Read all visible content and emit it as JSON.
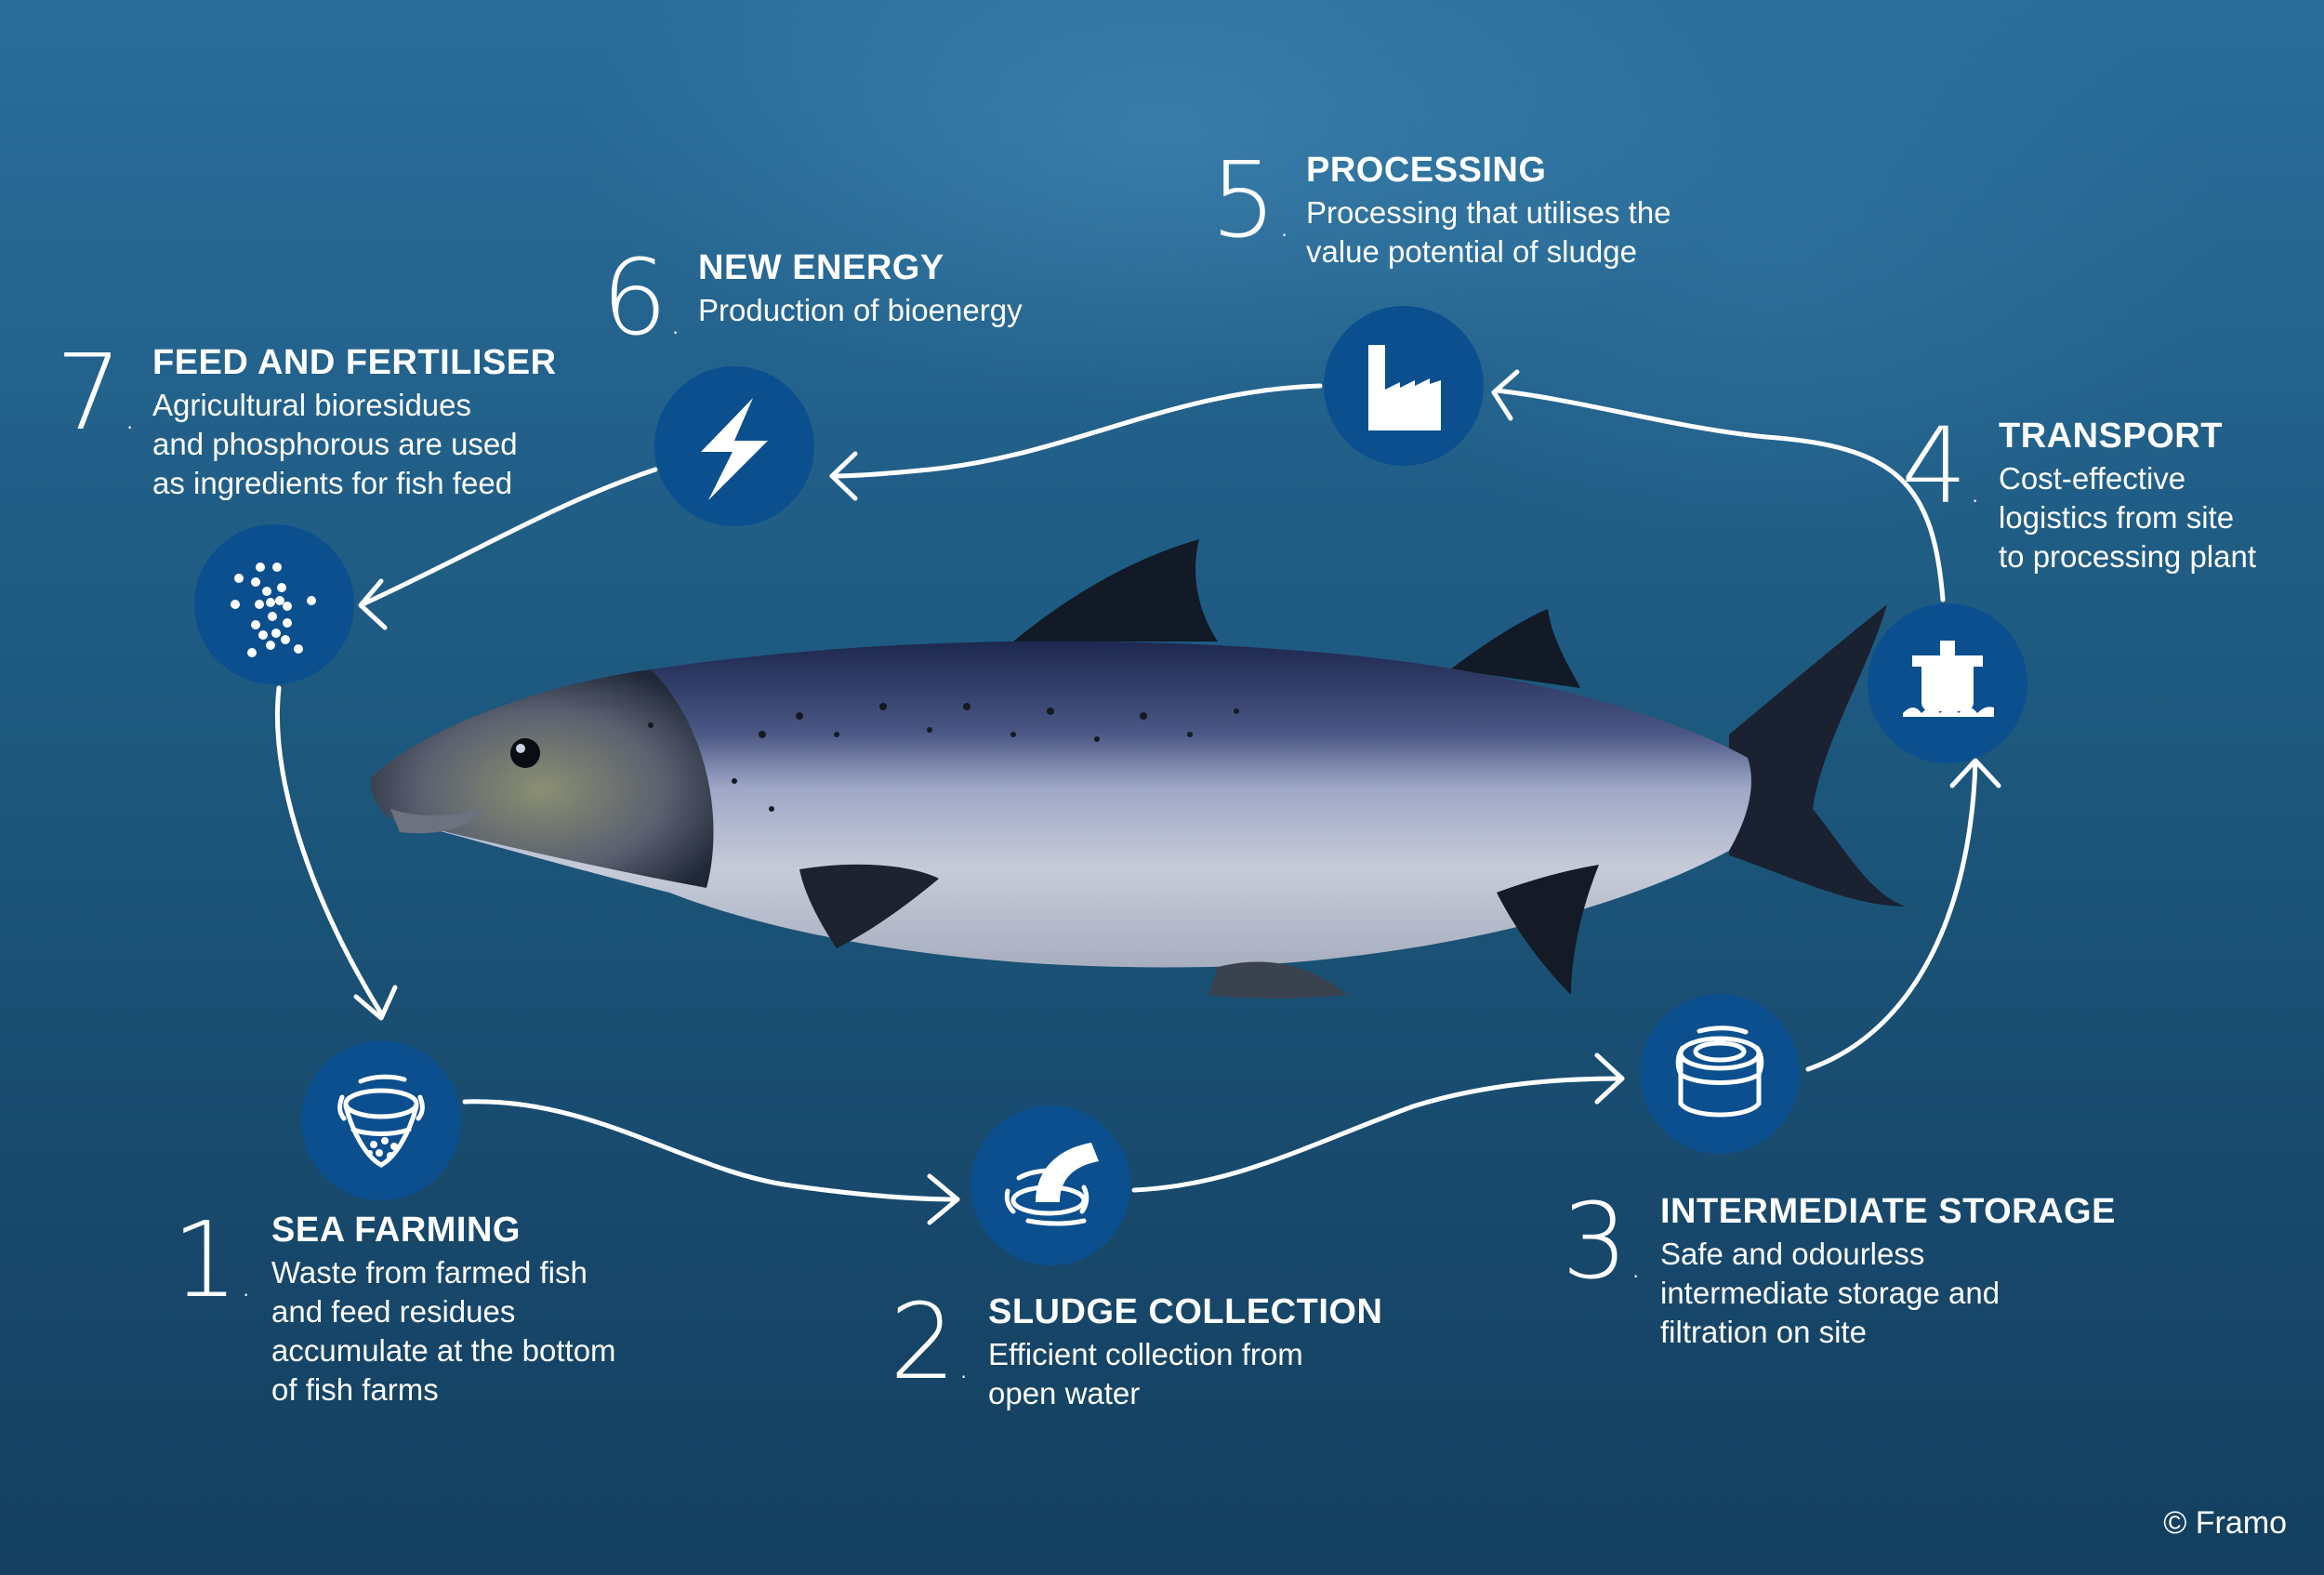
{
  "colors": {
    "background_top": "#2a6e9b",
    "background_bottom": "#143f5f",
    "icon_circle": "#0b4f8f",
    "foreground": "#ffffff"
  },
  "steps": [
    {
      "number": "1",
      "title": "SEA FARMING",
      "lines": [
        "Waste from farmed fish",
        "and feed residues",
        "accumulate at the bottom",
        "of fish farms"
      ],
      "icon": "strainer-basket-icon"
    },
    {
      "number": "2",
      "title": "SLUDGE COLLECTION",
      "lines": [
        "Efficient collection from",
        "open water"
      ],
      "icon": "pipe-suction-icon"
    },
    {
      "number": "3",
      "title": "INTERMEDIATE STORAGE",
      "lines": [
        "Safe and odourless",
        "intermediate storage and",
        "filtration on site"
      ],
      "icon": "storage-tank-icon"
    },
    {
      "number": "4",
      "title": "TRANSPORT",
      "lines": [
        "Cost-effective",
        "logistics from site",
        "to processing plant"
      ],
      "icon": "ship-icon"
    },
    {
      "number": "5",
      "title": "PROCESSING",
      "lines": [
        "Processing that utilises the",
        "value potential of sludge"
      ],
      "icon": "factory-icon"
    },
    {
      "number": "6",
      "title": "NEW ENERGY",
      "lines": [
        "Production of bioenergy"
      ],
      "icon": "lightning-bolt-icon"
    },
    {
      "number": "7",
      "title": "FEED AND FERTILISER",
      "lines": [
        "Agricultural bioresidues",
        "and phosphorous are used",
        "as ingredients for fish feed"
      ],
      "icon": "pellets-icon"
    }
  ],
  "central_image": "salmon-fish",
  "copyright": "© Framo"
}
